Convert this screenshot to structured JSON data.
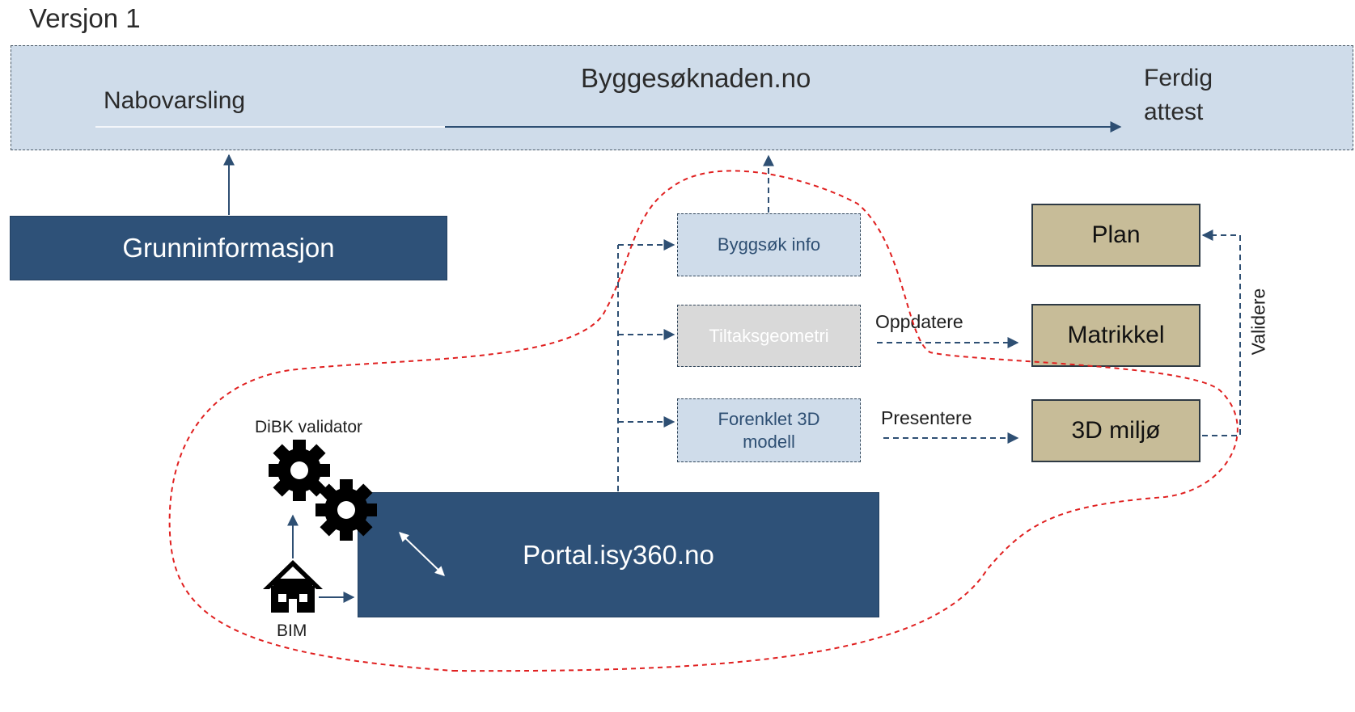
{
  "title": "Versjon 1",
  "band": {
    "main_label": "Byggesøknaden.no",
    "left_label": "Nabovarsling",
    "right_label_line1": "Ferdig",
    "right_label_line2": "attest"
  },
  "grunninformasjon": "Grunninformasjon",
  "boxes": {
    "byggsok_info": "Byggsøk info",
    "tiltaksgeometri": "Tiltaksgeometri",
    "forenklet_line1": "Forenklet 3D",
    "forenklet_line2": "modell",
    "plan": "Plan",
    "matrikkel": "Matrikkel",
    "miljo": "3D miljø"
  },
  "edge_labels": {
    "oppdatere": "Oppdatere",
    "presentere": "Presentere",
    "validere": "Validere"
  },
  "portal": "Portal.isy360.no",
  "dibk_validator": "DiBK validator",
  "bim": "BIM",
  "icons": [
    "gear-icon",
    "gear-icon",
    "house-icon"
  ],
  "colors": {
    "navy": "#2e5178",
    "light_blue": "#cfdcea",
    "khaki": "#c7bc98",
    "grey": "#d9d9d9",
    "red_boundary": "#e02020"
  }
}
